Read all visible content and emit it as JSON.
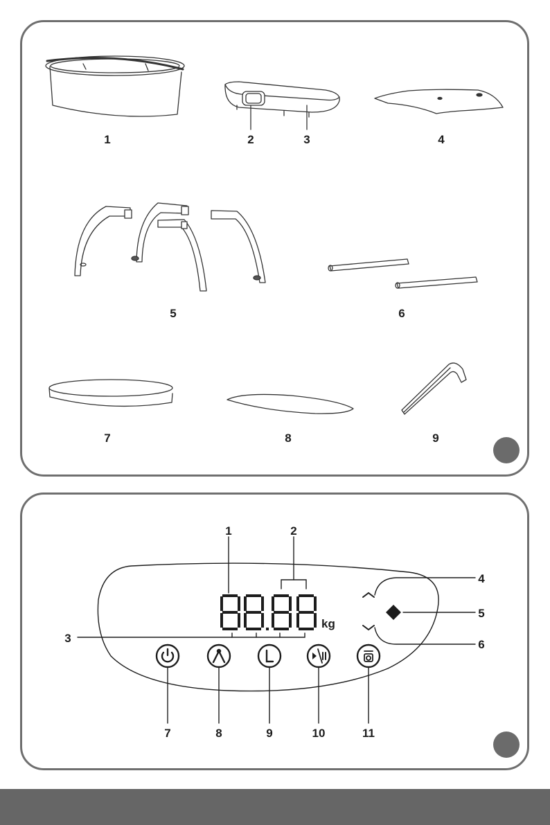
{
  "parts_panel": {
    "labels": [
      "1",
      "2",
      "3",
      "4",
      "5",
      "6",
      "7",
      "8",
      "9"
    ]
  },
  "control_panel": {
    "display_digits": "88.88",
    "unit": "kg",
    "labels": [
      "1",
      "2",
      "3",
      "4",
      "5",
      "6",
      "7",
      "8",
      "9",
      "10",
      "11"
    ]
  },
  "colors": {
    "border": "#6f6f6f",
    "marker": "#6b6b6b",
    "bottom_bar": "#666666",
    "line": "#1c1c1c"
  }
}
